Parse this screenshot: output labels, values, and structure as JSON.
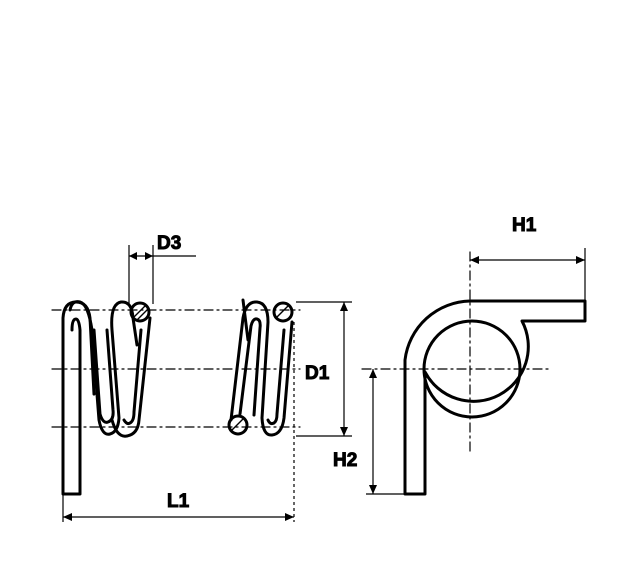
{
  "diagram": {
    "labels": {
      "d3": "D3",
      "d1": "D1",
      "l1": "L1",
      "h1": "H1",
      "h2": "H2"
    },
    "colors": {
      "line": "#000000",
      "background": "#ffffff"
    }
  }
}
